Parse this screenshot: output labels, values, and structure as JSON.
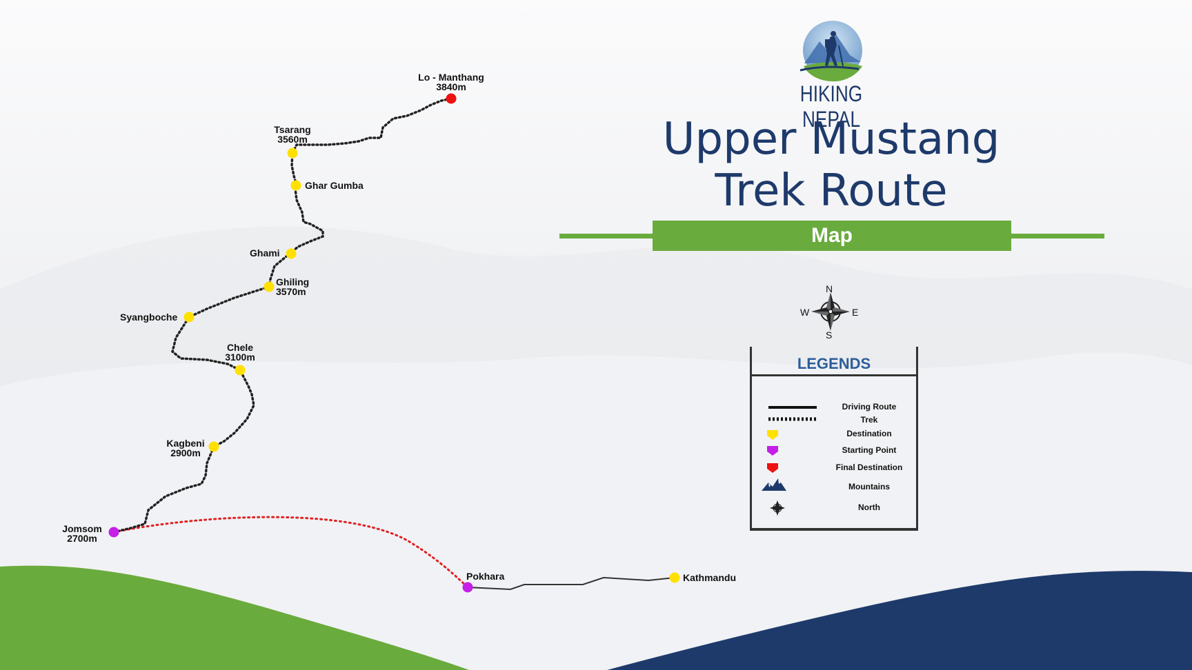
{
  "brand": {
    "name": "HIKING NEPAL"
  },
  "title": {
    "line1": "Upper Mustang",
    "line2": "Trek Route",
    "banner": "Map"
  },
  "compass": {
    "n": "N",
    "s": "S",
    "e": "E",
    "w": "W"
  },
  "legend": {
    "title": "LEGENDS",
    "items": [
      {
        "label": "Driving Route",
        "icon": "solid-line-icon"
      },
      {
        "label": "Trek",
        "icon": "dotted-line-icon"
      },
      {
        "label": "Destination",
        "icon": "yellow-pin-icon"
      },
      {
        "label": "Starting Point",
        "icon": "purple-pin-icon"
      },
      {
        "label": "Final Destination",
        "icon": "red-pin-icon"
      },
      {
        "label": "Mountains",
        "icon": "mountain-icon"
      },
      {
        "label": "North",
        "icon": "compass-icon"
      }
    ]
  },
  "places": {
    "lo_manthang": {
      "name": "Lo - Manthang",
      "alt": "3840m"
    },
    "tsarang": {
      "name": "Tsarang",
      "alt": "3560m"
    },
    "ghar_gumba": {
      "name": "Ghar Gumba"
    },
    "ghami": {
      "name": "Ghami"
    },
    "ghiling": {
      "name": "Ghiling",
      "alt": "3570m"
    },
    "syangboche": {
      "name": "Syangboche"
    },
    "chele": {
      "name": "Chele",
      "alt": "3100m"
    },
    "kagbeni": {
      "name": "Kagbeni",
      "alt": "2900m"
    },
    "jomsom": {
      "name": "Jomsom",
      "alt": "2700m"
    },
    "pokhara": {
      "name": "Pokhara"
    },
    "kathmandu": {
      "name": "Kathmandu"
    }
  },
  "colors": {
    "navy": "#1e3a6b",
    "green": "#6aab3d",
    "destination": "#ffe000",
    "start": "#c51fe8",
    "final": "#ee1111",
    "flight": "#e02020"
  }
}
